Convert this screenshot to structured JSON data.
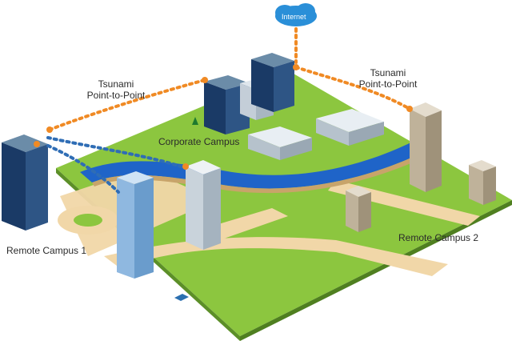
{
  "labels": {
    "internet": "Internet",
    "link_left_line1": "Tsunami",
    "link_left_line2": "Point-to-Point",
    "link_right_line1": "Tsunami",
    "link_right_line2": "Point-to-Point",
    "corporate": "Corporate Campus",
    "remote1": "Remote Campus 1",
    "remote2": "Remote Campus 2"
  },
  "colors": {
    "grass": "#8cc63f",
    "grass_dark": "#6fa530",
    "road": "#f1d7a8",
    "river": "#1f64c8",
    "link": "#f08a24",
    "link_blue": "#2f6db5",
    "cloud": "#2a8fd8"
  }
}
